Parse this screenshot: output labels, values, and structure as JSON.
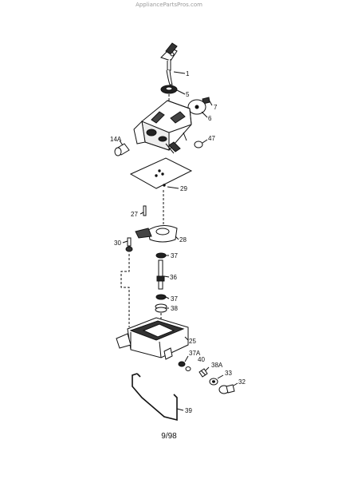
{
  "watermark": "AppliancePartsPros.com",
  "footer": {
    "date_code": "9/98"
  },
  "callouts": {
    "c1": "1",
    "c5": "5",
    "c7": "7",
    "c6": "6",
    "c14a": "14A",
    "c47": "47",
    "c29": "29",
    "c27": "27",
    "c28": "28",
    "c30": "30",
    "c37a": "37",
    "c36": "36",
    "c37b": "37",
    "c38": "38",
    "c25": "25",
    "c37A": "37A",
    "c40": "40",
    "c38A": "38A",
    "c33": "33",
    "c32": "32",
    "c39": "39"
  },
  "colors": {
    "line": "#111111",
    "paper": "#ffffff",
    "shade": "#555555"
  }
}
